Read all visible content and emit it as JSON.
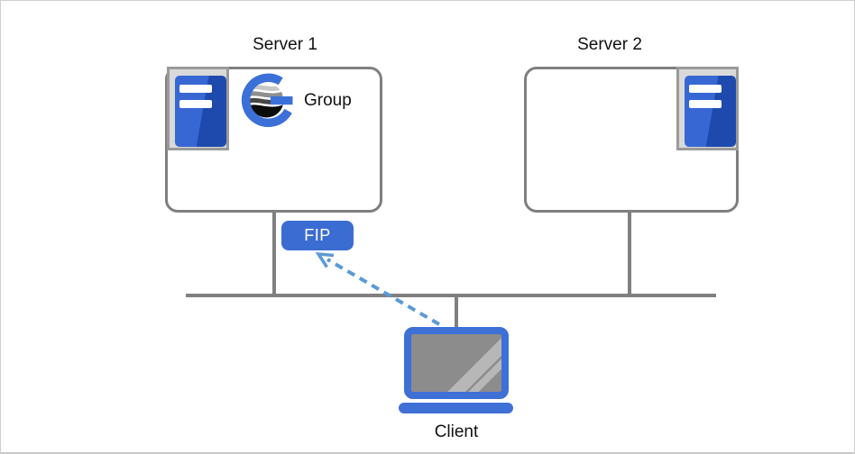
{
  "diagram_type": "failover-cluster-network-diagram",
  "nodes": {
    "server1": {
      "label": "Server 1",
      "icon": "server-tower-icon"
    },
    "server2": {
      "label": "Server 2",
      "icon": "server-tower-icon"
    },
    "group": {
      "label": "Group",
      "icon": "cluster-group-globe-icon"
    },
    "fip": {
      "label": "FIP"
    },
    "client": {
      "label": "Client",
      "icon": "laptop-icon"
    }
  },
  "connections": [
    {
      "from": "server1",
      "to": "network-bus",
      "style": "solid-gray-line"
    },
    {
      "from": "server2",
      "to": "network-bus",
      "style": "solid-gray-line"
    },
    {
      "from": "client",
      "to": "network-bus",
      "style": "solid-gray-line"
    },
    {
      "from": "client",
      "to": "fip",
      "style": "dashed-blue-arrow"
    }
  ],
  "colors": {
    "accent_blue": "#3b6cd1",
    "server_blue_light": "#3767d3",
    "server_blue_dark": "#1e4aae",
    "laptop_blue": "#3e70d6",
    "arrow_blue": "#5b9bd5",
    "line_gray": "#808080",
    "icon_bg_gray": "#d9d9d9",
    "screen_gray": "#8c8c8c"
  }
}
